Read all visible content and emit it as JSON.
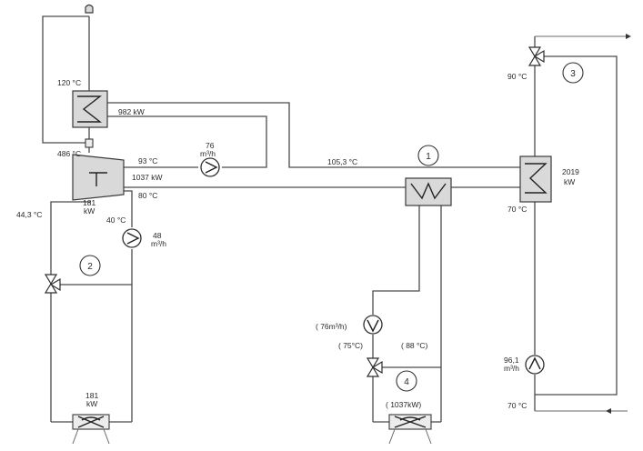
{
  "labels": {
    "t_120": "120 °C",
    "p_982": "982 kW",
    "t_486": "486 °C",
    "t_93": "93 °C",
    "flow_76_v": "76",
    "flow_76_u": "m³/h",
    "p_1037": "1037 kW",
    "t_80": "80 °C",
    "p_181_a": "181",
    "kw_a": "kW",
    "t_443": "44,3 °C",
    "t_40": "40 °C",
    "flow_48_v": "48",
    "flow_48_u": "m³/h",
    "t_1053": "105,3 °C",
    "t_90": "90 °C",
    "p_2019": "2019",
    "kw_b": "kW",
    "t_70_top": "70 °C",
    "flow_76m": "(   76m³/h)",
    "t_75": "(  75°C)",
    "t_88": "(   88 °C)",
    "p_1037kw": "(  1037kW)",
    "flow_961_v": "96,1",
    "flow_961_u": "m³/h",
    "t_70_bottom": "70 °C",
    "p_181_b": "181",
    "kw_c": "kW"
  },
  "circuits": [
    "1",
    "2",
    "3",
    "4"
  ]
}
